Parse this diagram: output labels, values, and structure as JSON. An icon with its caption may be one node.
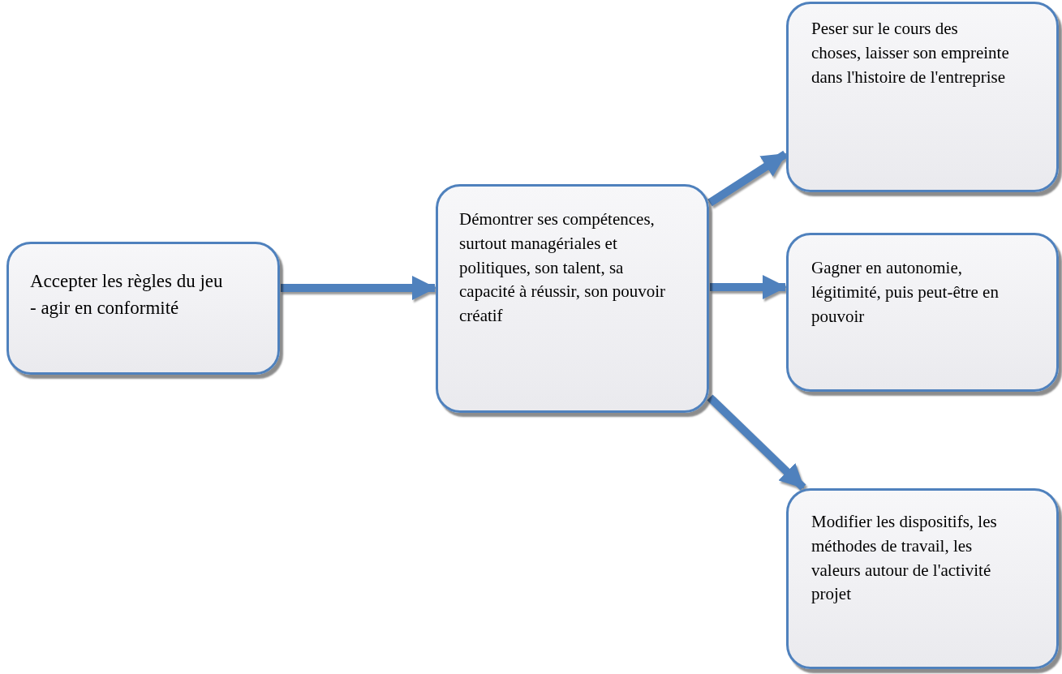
{
  "diagram": {
    "nodes": [
      {
        "text": [
          "Accepter les règles du jeu - agir en conformité"
        ]
      },
      {
        "text": [
          "Démontrer ses compétences, surtout managériales et politiques, son talent, sa capacité à réussir, son pouvoir créatif"
        ]
      },
      {
        "text": [
          "Peser sur le cours des choses, laisser son empreinte dans l'histoire de l'entreprise"
        ]
      },
      {
        "text": [
          "Gagner en autonomie, légitimité, puis peut-être en pouvoir"
        ]
      },
      {
        "text": [
          "Modifier les dispositifs, les méthodes de travail, les valeurs autour de l'activité projet"
        ]
      }
    ],
    "edges": [
      {
        "from": 0,
        "to": 1,
        "arrow": "to"
      },
      {
        "from": 1,
        "to": 2,
        "arrow": "to"
      },
      {
        "from": 1,
        "to": 3,
        "arrow": "to"
      },
      {
        "from": 1,
        "to": 4,
        "arrow": "to"
      }
    ]
  }
}
